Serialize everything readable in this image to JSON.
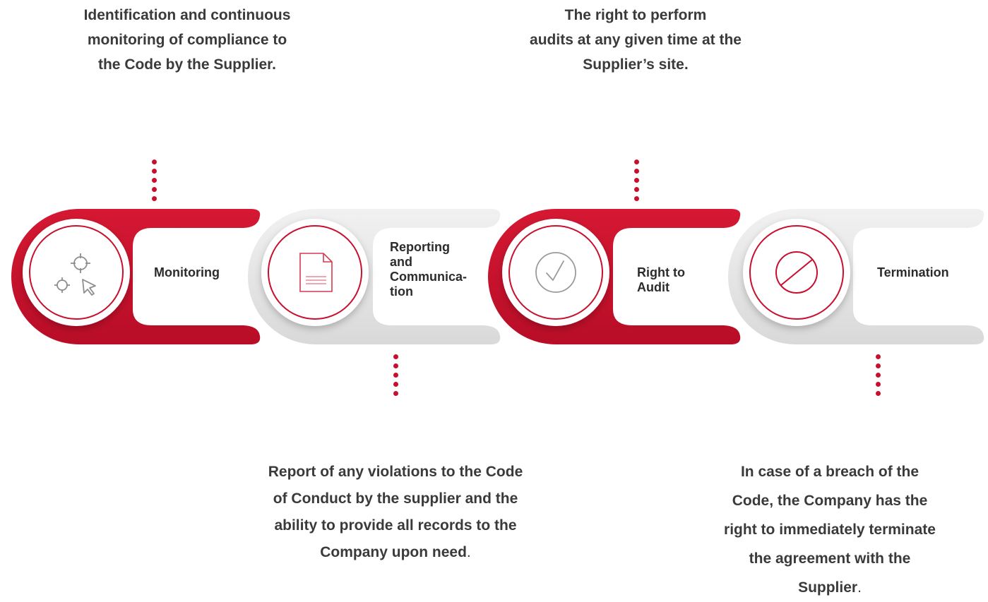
{
  "steps": [
    {
      "label_lines": [
        "Monitoring"
      ],
      "description_lines": [
        "Identification and continuous",
        "monitoring of compliance to",
        "the Code by the Supplier."
      ],
      "description_trailing": "",
      "icon": "targets-cursor-icon",
      "theme": "red"
    },
    {
      "label_lines": [
        "Reporting",
        "and",
        "Communica-",
        "tion"
      ],
      "description_lines": [
        "Report of any violations to the Code",
        "of Conduct by the supplier and the",
        "ability to provide all records to the",
        "Company upon need"
      ],
      "description_trailing": ".",
      "icon": "document-icon",
      "theme": "grey"
    },
    {
      "label_lines": [
        "Right to",
        "Audit"
      ],
      "description_lines": [
        "The right to perform",
        "audits at any given time at the",
        "Supplier’s site."
      ],
      "description_trailing": "",
      "icon": "checkmark-icon",
      "theme": "red"
    },
    {
      "label_lines": [
        "Termination"
      ],
      "description_lines": [
        "In case of a breach of the",
        "Code, the Company has the",
        "right to immediately terminate",
        "the agreement with the",
        "Supplier"
      ],
      "description_trailing": ".",
      "icon": "prohibition-icon",
      "theme": "grey"
    }
  ],
  "colors": {
    "accent": "#c8102e",
    "grey": "#e6e6e6",
    "text": "#2c2c2c"
  }
}
